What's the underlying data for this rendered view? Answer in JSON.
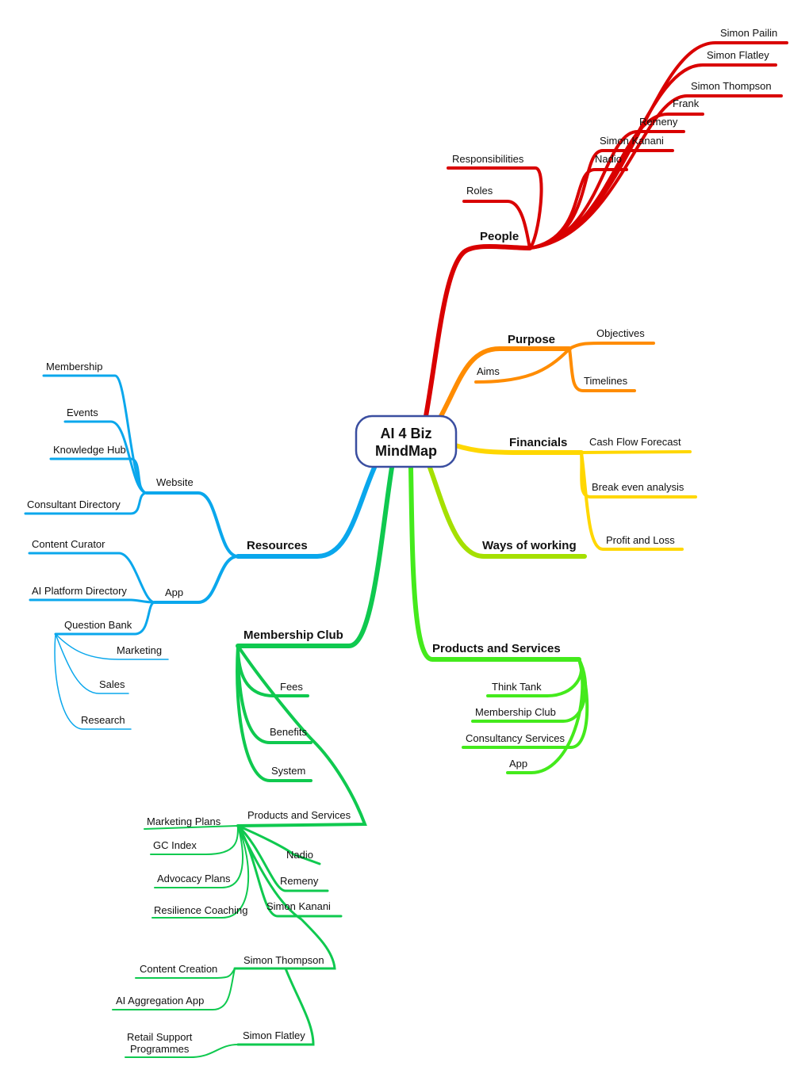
{
  "center": {
    "line1": "AI 4 Biz",
    "line2": "MindMap"
  },
  "colors": {
    "red": "#d90000",
    "orange": "#ff8c00",
    "yellow": "#ffd700",
    "lime": "#a5e000",
    "green": "#44ea1c",
    "emerald": "#0fc94f",
    "blue": "#0aa7ec",
    "border": "#3a4ea0"
  },
  "labels": {
    "people": "People",
    "responsibilities": "Responsibilities",
    "roles": "Roles",
    "simon_pailin": "Simon Pailin",
    "simon_flatley_p": "Simon Flatley",
    "simon_thompson_p": "Simon Thompson",
    "frank": "Frank",
    "remeny_p": "Remeny",
    "simon_kanani_p": "Simon Kanani",
    "nadio_p": "Nadio",
    "purpose": "Purpose",
    "objectives": "Objectives",
    "aims": "Aims",
    "timelines": "Timelines",
    "financials": "Financials",
    "cash_flow": "Cash Flow Forecast",
    "break_even": "Break even analysis",
    "profit_loss": "Profit and Loss",
    "ways": "Ways of working",
    "products": "Products and Services",
    "think_tank": "Think Tank",
    "membership_club_p": "Membership Club",
    "consultancy": "Consultancy Services",
    "app_p": "App",
    "membership_club": "Membership Club",
    "fees": "Fees",
    "benefits": "Benefits",
    "system": "System",
    "products_m": "Products and Services",
    "marketing_plans": "Marketing Plans",
    "gc_index": "GC Index",
    "advocacy": "Advocacy Plans",
    "resilience": "Resilience Coaching",
    "nadio_m": "Nadio",
    "remeny_m": "Remeny",
    "simon_kanani_m": "Simon Kanani",
    "simon_thompson_m": "Simon Thompson",
    "content_creation": "Content Creation",
    "ai_aggregation": "AI Aggregation App",
    "simon_flatley_m": "Simon Flatley",
    "retail_1": "Retail Support",
    "retail_2": "Programmes",
    "resources": "Resources",
    "website": "Website",
    "membership": "Membership",
    "events": "Events",
    "knowledge_hub": "Knowledge Hub",
    "consultant_dir": "Consultant Directory",
    "app": "App",
    "content_curator": "Content Curator",
    "ai_platform": "AI Platform Directory",
    "question_bank": "Question Bank",
    "marketing": "Marketing",
    "sales": "Sales",
    "research": "Research"
  }
}
